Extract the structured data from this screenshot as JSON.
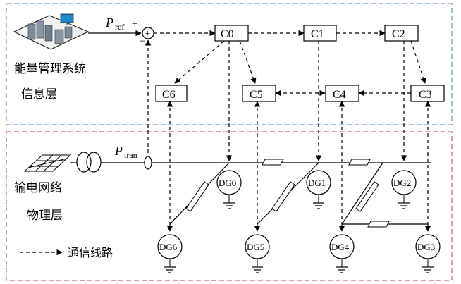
{
  "info_layer": {
    "label": "信息层",
    "ems_label": "能量管理系统",
    "pref_symbol": "P",
    "pref_subscript": "ref",
    "plus_sign": "+",
    "minus_sign": "−",
    "sum_symbol": "+"
  },
  "physical_layer": {
    "label": "物理层",
    "grid_label": "输电网络",
    "ptran_symbol": "P",
    "ptran_subscript": "tran"
  },
  "controllers": [
    {
      "id": "c0",
      "label": "C0"
    },
    {
      "id": "c1",
      "label": "C1"
    },
    {
      "id": "c2",
      "label": "C2"
    },
    {
      "id": "c3",
      "label": "C3"
    },
    {
      "id": "c4",
      "label": "C4"
    },
    {
      "id": "c5",
      "label": "C5"
    },
    {
      "id": "c6",
      "label": "C6"
    }
  ],
  "generators": [
    {
      "id": "dg0",
      "label": "DG0"
    },
    {
      "id": "dg1",
      "label": "DG1"
    },
    {
      "id": "dg2",
      "label": "DG2"
    },
    {
      "id": "dg3",
      "label": "DG3"
    },
    {
      "id": "dg4",
      "label": "DG4"
    },
    {
      "id": "dg5",
      "label": "DG5"
    },
    {
      "id": "dg6",
      "label": "DG6"
    }
  ],
  "legend": {
    "comm_line_label": "通信线路"
  },
  "colors": {
    "info_border": "#6a9fd0",
    "physical_border": "#c96a6a",
    "ink": "#000000"
  },
  "icons": {
    "ems": "server-rack-icon",
    "grid": "power-grid-icon",
    "transformer": "transformer-icon",
    "current_sensor": "current-sensor-icon",
    "ground": "ground-icon",
    "summing_junction": "summing-junction-icon"
  }
}
